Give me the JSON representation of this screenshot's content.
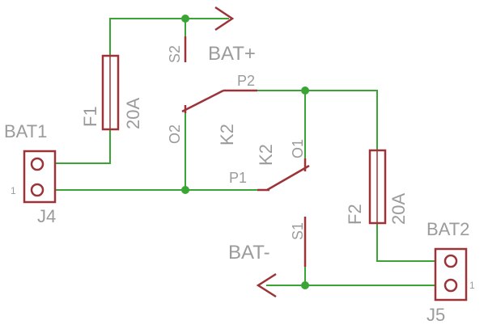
{
  "schematic": {
    "colors": {
      "wire": "#3aa535",
      "part": "#9b3339",
      "text": "#9b9b9b",
      "background": "#ffffff"
    },
    "nets": {
      "bat_plus": "BAT+",
      "bat_minus": "BAT-"
    },
    "fuses": [
      {
        "ref": "F1",
        "rating": "20A"
      },
      {
        "ref": "F2",
        "rating": "20A"
      }
    ],
    "relay": {
      "ref_coil": "K2",
      "ref_contact": "K2",
      "pins": {
        "p1": "P1",
        "p2": "P2",
        "o1": "O1",
        "o2": "O2",
        "s1": "S1",
        "s2": "S2"
      }
    },
    "connectors": [
      {
        "ref": "J4",
        "value": "BAT1",
        "pin1": "1"
      },
      {
        "ref": "J5",
        "value": "BAT2",
        "pin1": "1"
      }
    ]
  }
}
